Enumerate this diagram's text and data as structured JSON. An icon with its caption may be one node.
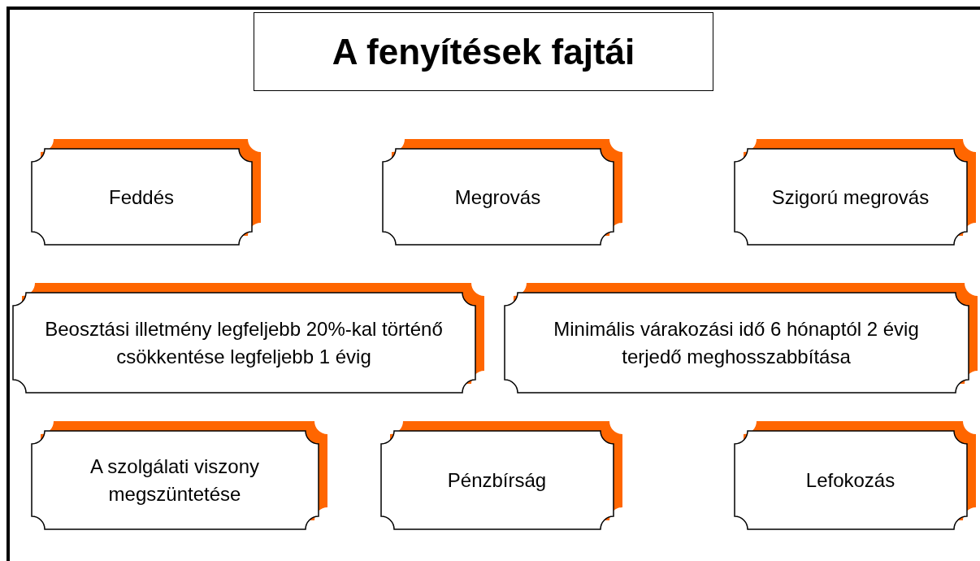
{
  "diagram": {
    "title": "A fenyítések fajtái",
    "nodes": [
      {
        "text": [
          "Feddés"
        ]
      },
      {
        "text": [
          "Megrovás"
        ]
      },
      {
        "text": [
          "Szigorú megrovás"
        ]
      },
      {
        "text": [
          "Beosztási illetmény legfeljebb 20%-kal történő csökkentése legfeljebb 1 évig"
        ]
      },
      {
        "text": [
          "Minimális várakozási idő 6 hónaptól 2 évig terjedő meghosszabbítása"
        ]
      },
      {
        "text": [
          "A szolgálati viszony megszüntetése"
        ]
      },
      {
        "text": [
          "Pénzbírság"
        ]
      },
      {
        "text": [
          "Lefokozás"
        ]
      }
    ],
    "edges": []
  }
}
